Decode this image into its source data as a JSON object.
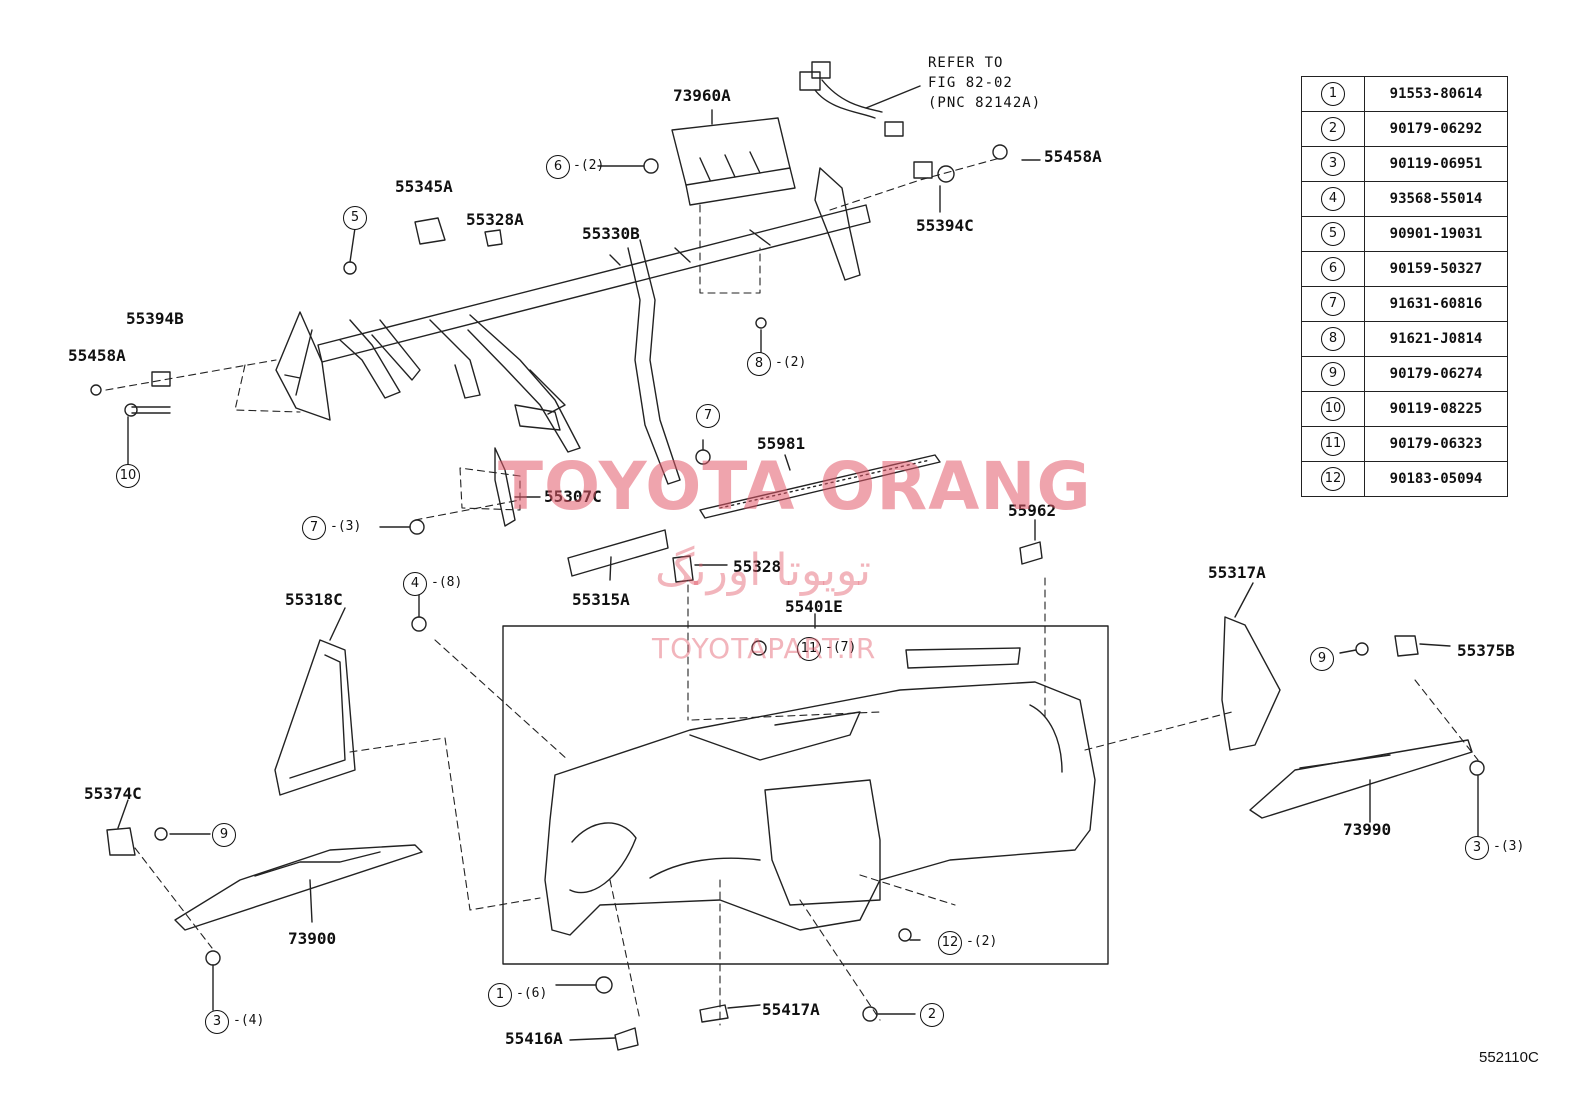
{
  "refer_note": {
    "line1": "REFER TO",
    "line2": "FIG 82-02",
    "line3": "(PNC 82142A)"
  },
  "part_labels": {
    "p73960A": "73960A",
    "p55458A_top": "55458A",
    "p55394C": "55394C",
    "p55345A": "55345A",
    "p55328A": "55328A",
    "p55330B": "55330B",
    "p55394B": "55394B",
    "p55458A_left": "55458A",
    "p55981": "55981",
    "p55307C": "55307C",
    "p55962": "55962",
    "p55328": "55328",
    "p55315A": "55315A",
    "p55318C": "55318C",
    "p55401E": "55401E",
    "p55317A": "55317A",
    "p55375B": "55375B",
    "p55374C": "55374C",
    "p73990": "73990",
    "p73900": "73900",
    "p55417A": "55417A",
    "p55416A": "55416A"
  },
  "callouts": {
    "c6_top": {
      "num": "6",
      "qty": "-(2)"
    },
    "c5": {
      "num": "5",
      "qty": ""
    },
    "c8": {
      "num": "8",
      "qty": "-(2)"
    },
    "c10": {
      "num": "10",
      "qty": ""
    },
    "c7_mid": {
      "num": "7",
      "qty": ""
    },
    "c7_left": {
      "num": "7",
      "qty": "-(3)"
    },
    "c4": {
      "num": "4",
      "qty": "-(8)"
    },
    "c11": {
      "num": "11",
      "qty": "-(7)"
    },
    "c9_right": {
      "num": "9",
      "qty": ""
    },
    "c9_left": {
      "num": "9",
      "qty": ""
    },
    "c3_right": {
      "num": "3",
      "qty": "-(3)"
    },
    "c3_left": {
      "num": "3",
      "qty": "-(4)"
    },
    "c12": {
      "num": "12",
      "qty": "-(2)"
    },
    "c1": {
      "num": "1",
      "qty": "-(6)"
    },
    "c2": {
      "num": "2",
      "qty": ""
    }
  },
  "reference_table": [
    {
      "num": "1",
      "part": "91553-80614"
    },
    {
      "num": "2",
      "part": "90179-06292"
    },
    {
      "num": "3",
      "part": "90119-06951"
    },
    {
      "num": "4",
      "part": "93568-55014"
    },
    {
      "num": "5",
      "part": "90901-19031"
    },
    {
      "num": "6",
      "part": "90159-50327"
    },
    {
      "num": "7",
      "part": "91631-60816"
    },
    {
      "num": "8",
      "part": "91621-J0814"
    },
    {
      "num": "9",
      "part": "90179-06274"
    },
    {
      "num": "10",
      "part": "90119-08225"
    },
    {
      "num": "11",
      "part": "90179-06323"
    },
    {
      "num": "12",
      "part": "90183-05094"
    }
  ],
  "watermark": {
    "brand": "TOYOTA ORANG",
    "brand_fa": "تویوتا اورنگ",
    "site": "TOYOTAPART.IR"
  },
  "figure_code": "552110C"
}
